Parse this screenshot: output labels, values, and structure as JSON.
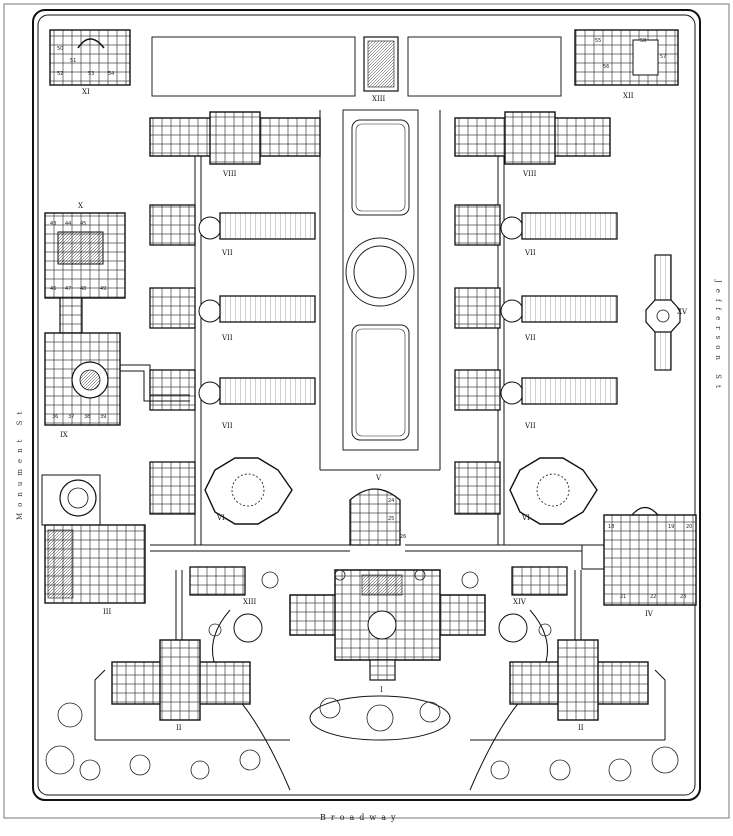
{
  "streets": {
    "bottom": "Broadway",
    "left": "Monument St",
    "right": "Jefferson St"
  },
  "buildings": [
    {
      "id": "I",
      "label": "I"
    },
    {
      "id": "II-left",
      "label": "II"
    },
    {
      "id": "II-right",
      "label": "II"
    },
    {
      "id": "III",
      "label": "III"
    },
    {
      "id": "IV",
      "label": "IV"
    },
    {
      "id": "V",
      "label": "V"
    },
    {
      "id": "VI-left",
      "label": "VI"
    },
    {
      "id": "VI-right",
      "label": "VI"
    },
    {
      "id": "VII-l1",
      "label": "VII"
    },
    {
      "id": "VII-l2",
      "label": "VII"
    },
    {
      "id": "VII-l3",
      "label": "VII"
    },
    {
      "id": "VII-r1",
      "label": "VII"
    },
    {
      "id": "VII-r2",
      "label": "VII"
    },
    {
      "id": "VII-r3",
      "label": "VII"
    },
    {
      "id": "VIII-left",
      "label": "VIII"
    },
    {
      "id": "VIII-right",
      "label": "VIII"
    },
    {
      "id": "IX",
      "label": "IX"
    },
    {
      "id": "X",
      "label": "X"
    },
    {
      "id": "XI",
      "label": "XI"
    },
    {
      "id": "XII",
      "label": "XII"
    },
    {
      "id": "XIII-left",
      "label": "XIII"
    },
    {
      "id": "XIII-right",
      "label": "XIII"
    },
    {
      "id": "XIV",
      "label": "XIV"
    },
    {
      "id": "XV",
      "label": "XV"
    }
  ],
  "room_numbers": {
    "xi": [
      "50",
      "51",
      "52",
      "53",
      "54"
    ],
    "xii": [
      "55",
      "56",
      "57",
      "58"
    ],
    "x": [
      "43",
      "44",
      "45",
      "46",
      "47",
      "48",
      "49"
    ],
    "ix": [
      "36",
      "37",
      "38",
      "39"
    ],
    "iv": [
      "18",
      "19",
      "20",
      "21",
      "22",
      "23"
    ],
    "v": [
      "24",
      "25",
      "26"
    ]
  }
}
